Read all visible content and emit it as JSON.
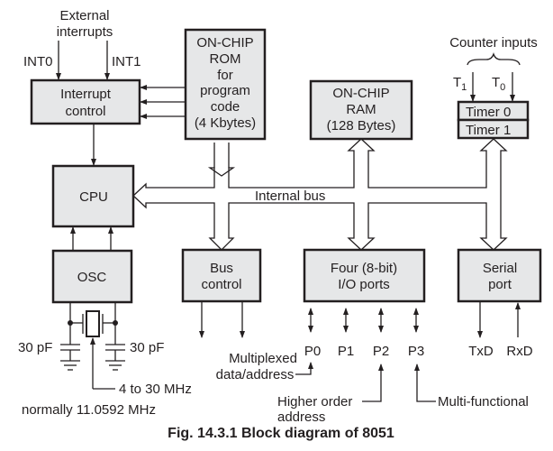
{
  "figure": {
    "caption": "Fig. 14.3.1 Block diagram of 8051"
  },
  "blocks": {
    "interrupt_control": [
      "Interrupt",
      "control"
    ],
    "rom": [
      "ON-CHIP",
      "ROM",
      "for",
      "program",
      "code",
      "(4 Kbytes)"
    ],
    "ram": [
      "ON-CHIP",
      "RAM",
      "(128 Bytes)"
    ],
    "timer0": "Timer 0",
    "timer1": "Timer 1",
    "cpu": "CPU",
    "osc": "OSC",
    "bus_control": [
      "Bus",
      "control"
    ],
    "io_ports": [
      "Four (8-bit)",
      "I/O ports"
    ],
    "serial_port": [
      "Serial",
      "port"
    ]
  },
  "labels": {
    "external_interrupts": [
      "External",
      "interrupts"
    ],
    "int0": "INT0",
    "int1": "INT1",
    "counter_inputs": "Counter inputs",
    "t1": "T",
    "t1_sub": "1",
    "t0": "T",
    "t0_sub": "0",
    "internal_bus": "Internal bus",
    "cap_left": "30 pF",
    "cap_right": "30 pF",
    "crystal_range": "4 to 30 MHz",
    "crystal_normal": "normally 11.0592 MHz",
    "multiplexed": [
      "Multiplexed",
      "data/address"
    ],
    "ports": [
      "P0",
      "P1",
      "P2",
      "P3"
    ],
    "txd": "TxD",
    "rxd": "RxD",
    "higher_order": [
      "Higher order",
      "address"
    ],
    "multi_functional": "Multi-functional"
  }
}
